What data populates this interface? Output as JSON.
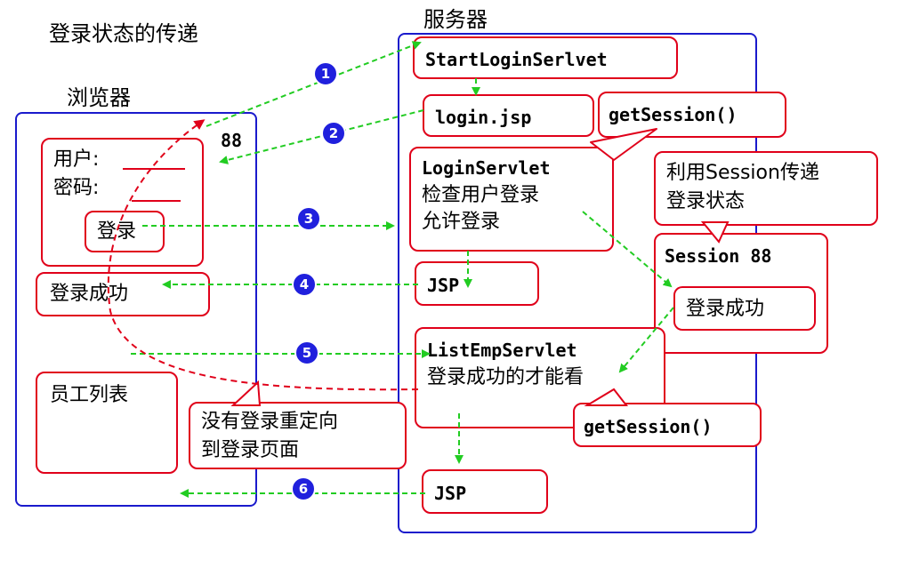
{
  "title": "登录状态的传递",
  "browser": {
    "label": "浏览器",
    "number": "88",
    "form": {
      "user_label": "用户:",
      "password_label": "密码:",
      "login_button": "登录"
    },
    "success": "登录成功",
    "employee_list": "员工列表",
    "redirect_note": {
      "line1": "没有登录重定向",
      "line2": "到登录页面"
    }
  },
  "server": {
    "label": "服务器",
    "start_servlet": "StartLoginSerlvet",
    "login_jsp": "login.jsp",
    "get_session_1": "getSession()",
    "login_servlet": {
      "name": "LoginServlet",
      "line1": "检查用户登录",
      "line2": "允许登录"
    },
    "session_note": {
      "line1": "利用Session传递",
      "line2": "登录状态"
    },
    "session_box": {
      "label": "Session 88",
      "inner": "登录成功"
    },
    "jsp_1": "JSP",
    "list_servlet": {
      "name": "ListEmpServlet",
      "line1": "登录成功的才能看"
    },
    "get_session_2": "getSession()",
    "jsp_2": "JSP"
  },
  "steps": [
    "1",
    "2",
    "3",
    "4",
    "5",
    "6"
  ],
  "colors": {
    "container": "#1a1acc",
    "box_border": "#e0001a",
    "arrow": "#22cc22",
    "badge": "#2020dd",
    "redirect": "#e0001a"
  }
}
